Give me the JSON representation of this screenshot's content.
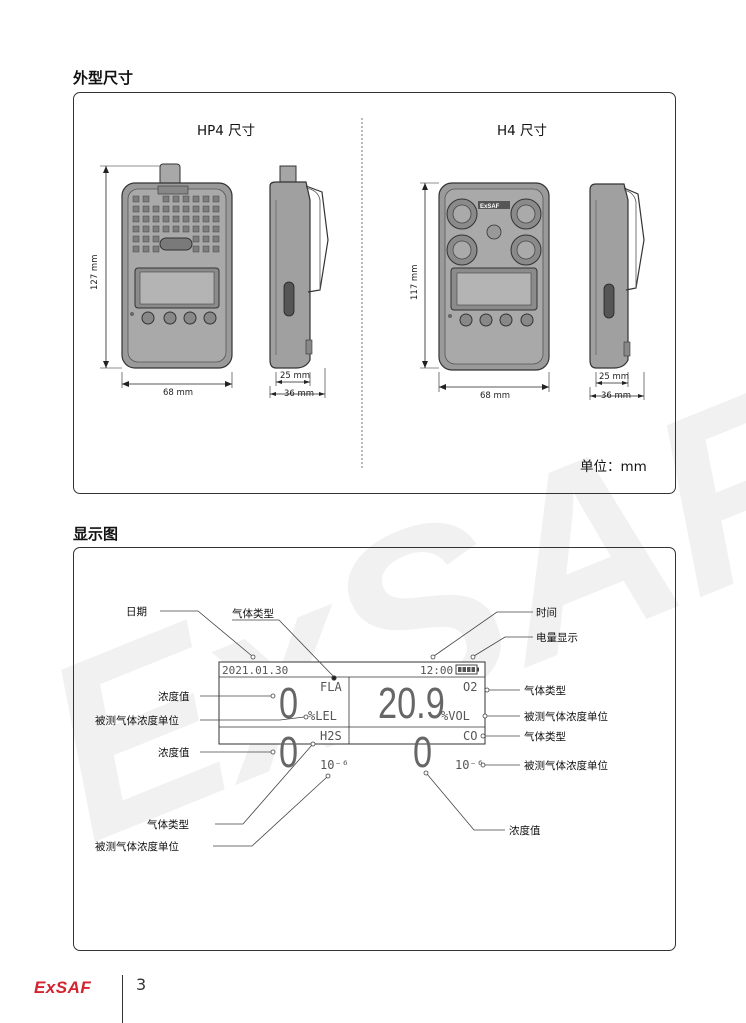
{
  "watermark": "ExSAF",
  "section1": {
    "title": "外型尺寸",
    "hp4": {
      "title": "HP4 尺寸",
      "height": "127 mm",
      "width": "68 mm",
      "side_inner": "25 mm",
      "side_outer": "36 mm"
    },
    "h4": {
      "title": "H4 尺寸",
      "height": "117 mm",
      "width": "68 mm",
      "side_inner": "25 mm",
      "side_outer": "36 mm"
    },
    "unit_note": "单位：mm"
  },
  "section2": {
    "title": "显示图",
    "lcd": {
      "date": "2021.01.30",
      "time": "12:00",
      "q1": {
        "gas": "FLA",
        "value": "0",
        "unit": "%LEL"
      },
      "q2": {
        "gas": "O2",
        "value": "20.9",
        "unit": "%VOL"
      },
      "q3": {
        "gas": "H2S",
        "value": "0",
        "unit": "10⁻⁶"
      },
      "q4": {
        "gas": "CO",
        "value": "0",
        "unit": "10⁻⁶"
      }
    },
    "labels": {
      "date": "日期",
      "gas_type_top": "气体类型",
      "time": "时间",
      "battery": "电量显示",
      "conc_1": "浓度值",
      "unit_1": "被测气体浓度单位",
      "gas_type_r1": "气体类型",
      "unit_r1": "被测气体浓度单位",
      "conc_2": "浓度值",
      "gas_type_r2": "气体类型",
      "unit_r2": "被测气体浓度单位",
      "gas_type_bl": "气体类型",
      "unit_bl": "被测气体浓度单位",
      "conc_br": "浓度值"
    }
  },
  "footer": {
    "brand": "ExSAF",
    "page": "3"
  },
  "colors": {
    "brand_red": "#d3232f",
    "watermark": "#f1f1f1",
    "device_body": "#9a9a9a",
    "lcd_text": "#555555"
  }
}
